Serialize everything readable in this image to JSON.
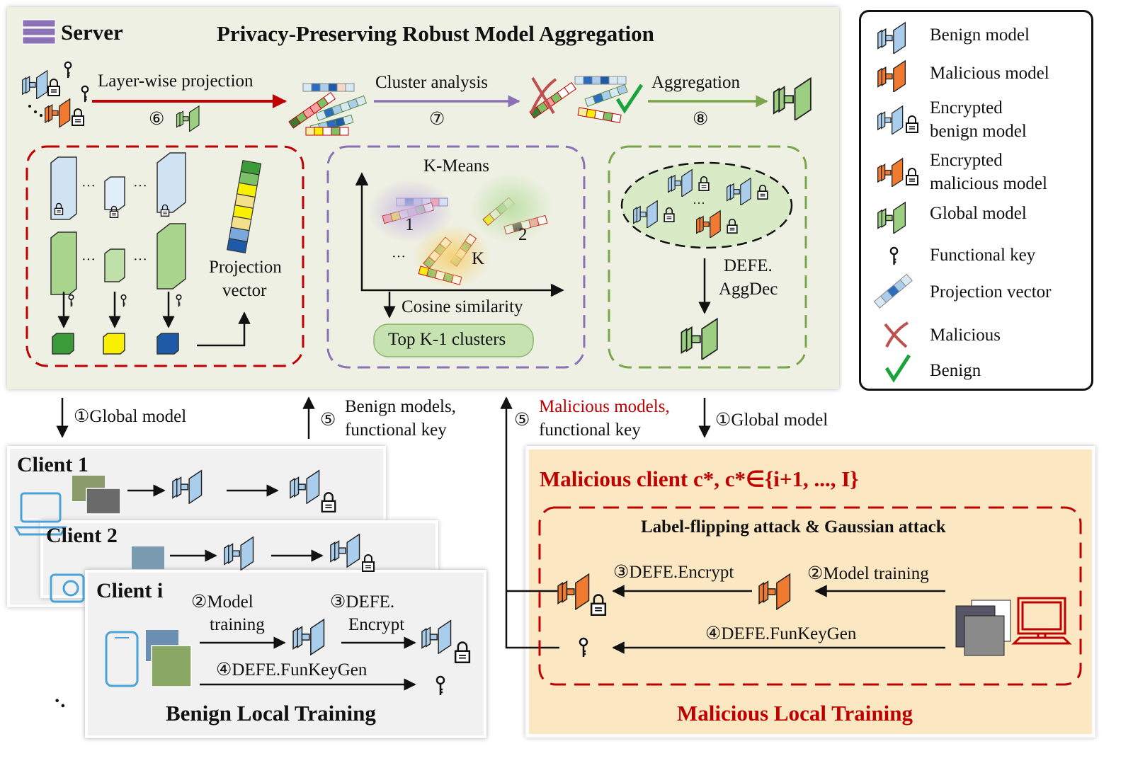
{
  "server": {
    "label": "Server",
    "title": "Privacy-Preserving Robust Model Aggregation",
    "steps": [
      {
        "num": "⑥",
        "label": "Layer-wise projection"
      },
      {
        "num": "⑦",
        "label": "Cluster analysis"
      },
      {
        "num": "⑧",
        "label": "Aggregation"
      }
    ],
    "projection": {
      "label_line1": "Projection",
      "label_line2": "vector",
      "ellipsis": "···"
    },
    "kmeans": {
      "title": "K-Means",
      "cluster_labels": [
        "1",
        "2",
        "K"
      ],
      "ellipsis": "···",
      "xaxis": "Cosine similarity",
      "result": "Top K-1 clusters"
    },
    "aggdec": {
      "line1": "DEFE.",
      "line2": "AggDec",
      "ellipsis": "···"
    }
  },
  "legend": {
    "items": [
      {
        "label": "Benign model"
      },
      {
        "label": "Malicious model"
      },
      {
        "label": "Encrypted",
        "label2": "benign model"
      },
      {
        "label": "Encrypted",
        "label2": "malicious model"
      },
      {
        "label": "Global model"
      },
      {
        "label": "Functional key"
      },
      {
        "label": "Projection vector"
      },
      {
        "label": "Malicious"
      },
      {
        "label": "Benign"
      }
    ]
  },
  "flows": {
    "global_left": {
      "num": "①",
      "label": "Global model"
    },
    "benign_up": {
      "num": "⑤",
      "line1": "Benign models,",
      "line2": "functional key"
    },
    "malicious_up": {
      "num": "⑤",
      "line1": "Malicious models,",
      "line2": "functional key"
    },
    "global_right": {
      "num": "①",
      "label": "Global model"
    }
  },
  "clients": {
    "client1": "Client 1",
    "client2": "Client 2",
    "clienti": "Client i",
    "step2": {
      "num": "②",
      "line1": "Model",
      "line2": "training"
    },
    "step3": {
      "num": "③",
      "line1": "DEFE.",
      "line2": "Encrypt"
    },
    "step4": {
      "num": "④",
      "label": "DEFE.FunKeyGen"
    },
    "ellipsis": "·.",
    "footer": "Benign Local Training"
  },
  "malicious": {
    "title": "Malicious client c*, c*∈{i+1, ..., I}",
    "attack": "Label-flipping attack & Gaussian attack",
    "step3": "③DEFE.Encrypt",
    "step2": "②Model training",
    "step4": "④DEFE.FunKeyGen",
    "footer": "Malicious Local Training"
  },
  "colors": {
    "benign": "#a9cdea",
    "malicious": "#f07a30",
    "global": "#9ccf82",
    "accent_red": "#c00000",
    "purple": "#8b72b6",
    "green": "#7aa54a"
  }
}
